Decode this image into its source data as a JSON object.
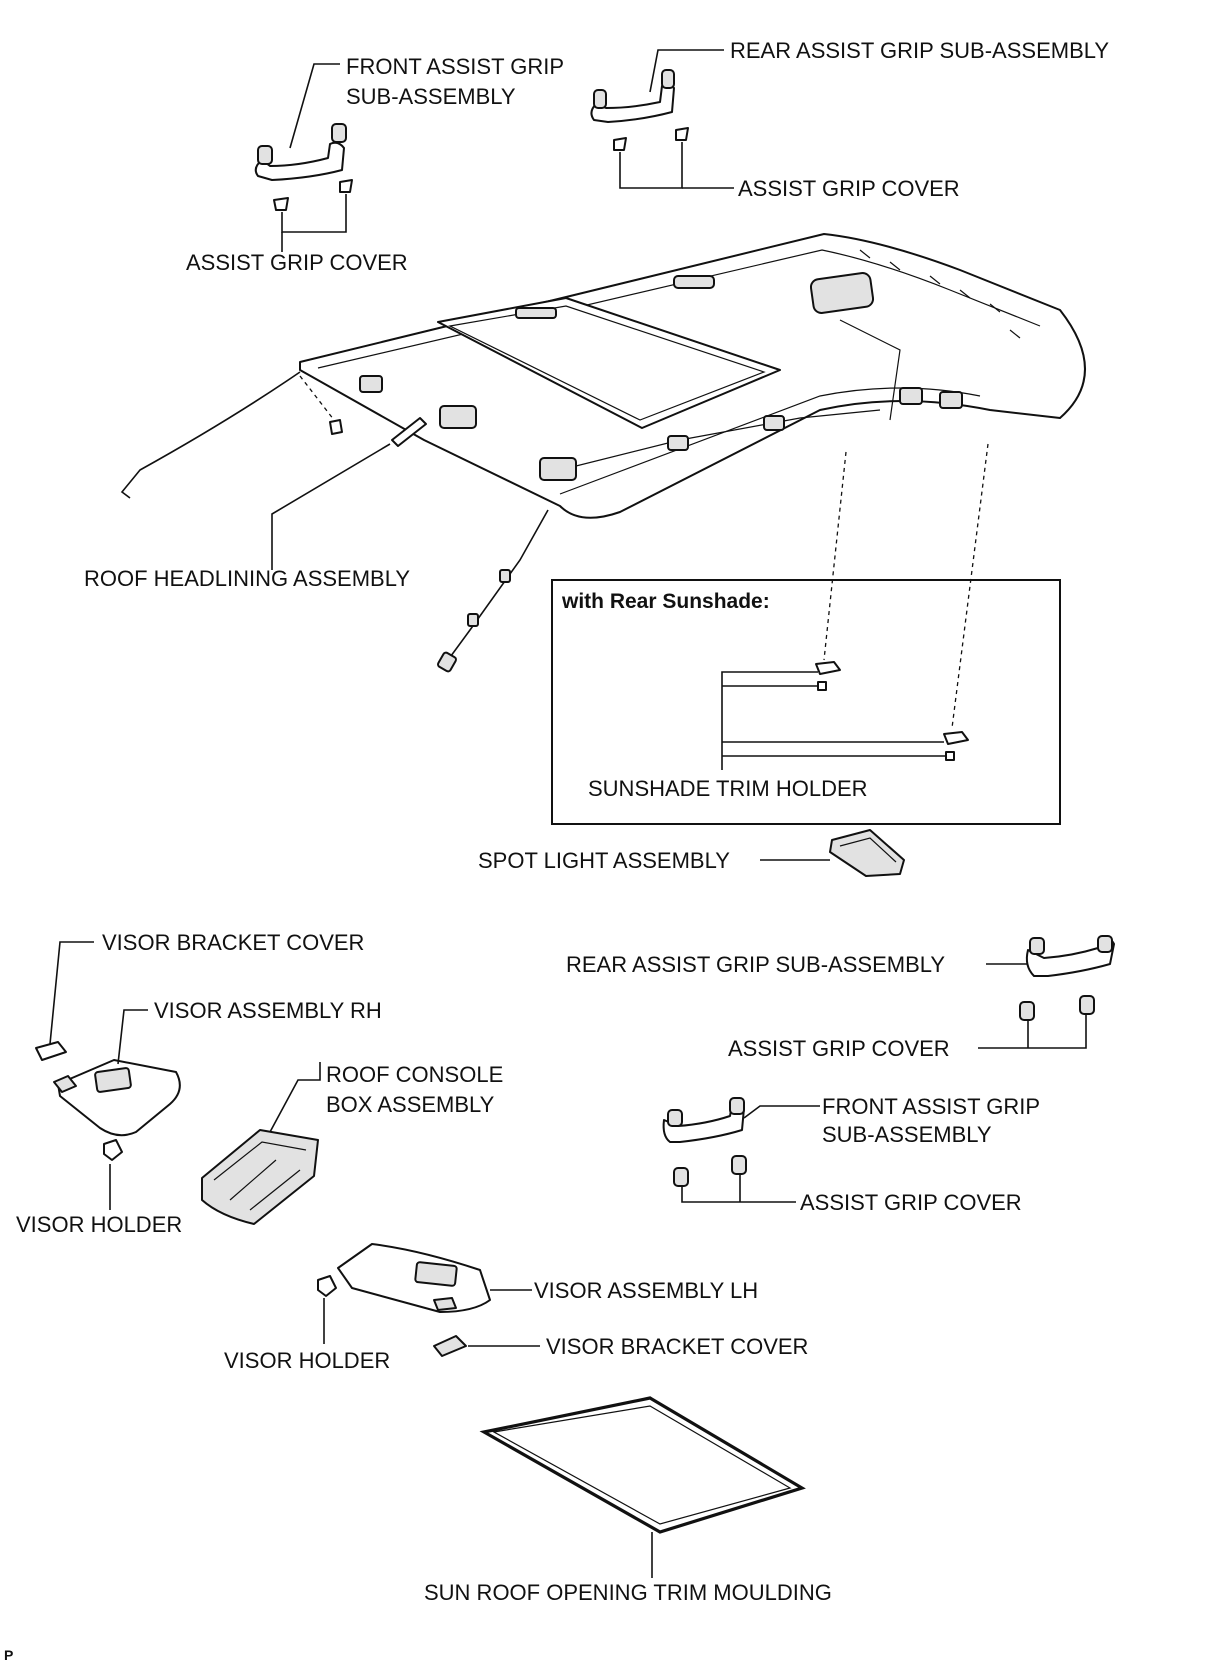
{
  "labels": {
    "front_grip_top": [
      "FRONT ASSIST GRIP",
      "SUB-ASSEMBLY"
    ],
    "rear_grip_top": "REAR ASSIST GRIP SUB-ASSEMBLY",
    "grip_cover_top_right": "ASSIST GRIP COVER",
    "grip_cover_top_left": "ASSIST GRIP COVER",
    "roof_headlining": "ROOF HEADLINING ASSEMBLY",
    "inset_title": "with Rear Sunshade:",
    "sunshade_trim_holder": "SUNSHADE TRIM HOLDER",
    "spot_light": "SPOT LIGHT ASSEMBLY",
    "visor_bracket_cover_top": "VISOR BRACKET COVER",
    "visor_rh": "VISOR ASSEMBLY RH",
    "roof_console": [
      "ROOF CONSOLE",
      "BOX ASSEMBLY"
    ],
    "visor_holder_left": "VISOR HOLDER",
    "rear_grip_bottom": "REAR ASSIST GRIP SUB-ASSEMBLY",
    "grip_cover_bottom_1": "ASSIST GRIP COVER",
    "front_grip_bottom": [
      "FRONT ASSIST GRIP",
      "SUB-ASSEMBLY"
    ],
    "grip_cover_bottom_2": "ASSIST GRIP COVER",
    "visor_lh": "VISOR ASSEMBLY LH",
    "visor_bracket_cover_bottom": "VISOR BRACKET COVER",
    "visor_holder_bottom": "VISOR HOLDER",
    "sunroof_moulding": "SUN ROOF OPENING TRIM MOULDING",
    "corner_mark": "P"
  }
}
